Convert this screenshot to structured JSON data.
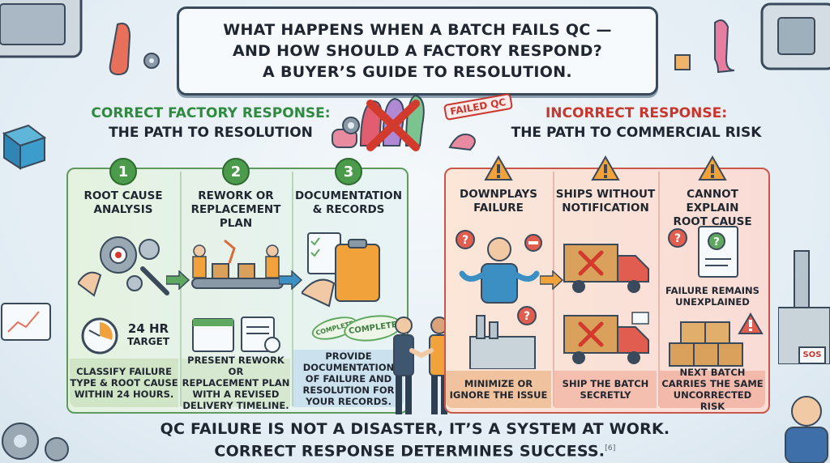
{
  "title": {
    "line1": "WHAT HAPPENS WHEN A BATCH FAILS QC —",
    "line2": "AND HOW SHOULD A FACTORY RESPOND?",
    "line3": "A BUYER’S GUIDE TO RESOLUTION."
  },
  "stamp": "FAILED QC",
  "correct": {
    "heading1": "CORRECT FACTORY RESPONSE:",
    "heading2": "THE PATH TO RESOLUTION",
    "steps": [
      {
        "number": "1",
        "label1": "ROOT CAUSE",
        "label2": "ANALYSIS",
        "label3": "",
        "desc1": "CLASSIFY FAILURE",
        "desc2": "TYPE & ROOT CAUSE",
        "desc3": "WITHIN 24 HOURS.",
        "desc4": ""
      },
      {
        "number": "2",
        "label1": "REWORK OR",
        "label2": "REPLACEMENT",
        "label3": "PLAN",
        "desc1": "PRESENT REWORK OR",
        "desc2": "REPLACEMENT PLAN",
        "desc3": "WITH A REVISED",
        "desc4": "DELIVERY TIMELINE."
      },
      {
        "number": "3",
        "label1": "DOCUMENTATION",
        "label2": "& RECORDS",
        "label3": "",
        "desc1": "PROVIDE",
        "desc2": "DOCUMENTATION",
        "desc3": "OF FAILURE AND",
        "desc4": "RESOLUTION FOR",
        "desc5": "YOUR RECORDS."
      }
    ],
    "timer_value": "24 HR",
    "timer_label": "TARGET",
    "badge1": "COMPLETE",
    "badge2": "COMPLETE"
  },
  "incorrect": {
    "heading1": "INCORRECT RESPONSE:",
    "heading2": "THE PATH TO COMMERCIAL RISK",
    "items": [
      {
        "label1": "DOWNPLAYS",
        "label2": "FAILURE",
        "desc1": "MINIMIZE OR",
        "desc2": "IGNORE THE ISSUE",
        "desc3": ""
      },
      {
        "label1": "SHIPS WITHOUT",
        "label2": "NOTIFICATION",
        "desc1": "SHIP THE BATCH",
        "desc2": "SECRETLY",
        "desc3": ""
      },
      {
        "label1": "CANNOT EXPLAIN",
        "label2": "ROOT CAUSE",
        "desc1": "NEXT BATCH",
        "desc2": "CARRIES THE SAME",
        "desc3": "UNCORRECTED RISK"
      }
    ],
    "mid_note1": "FAILURE REMAINS",
    "mid_note2": "UNEXPLAINED",
    "sign_text": "SOS"
  },
  "footer": {
    "line1": "QC FAILURE IS NOT A DISASTER, IT’S A SYSTEM AT WORK.",
    "line2": "CORRECT RESPONSE DETERMINES SUCCESS.",
    "citation": "[6]"
  },
  "colors": {
    "green": "#2f8a3f",
    "red": "#c8372d",
    "dark": "#1f2630",
    "warning": "#f2a23a"
  }
}
